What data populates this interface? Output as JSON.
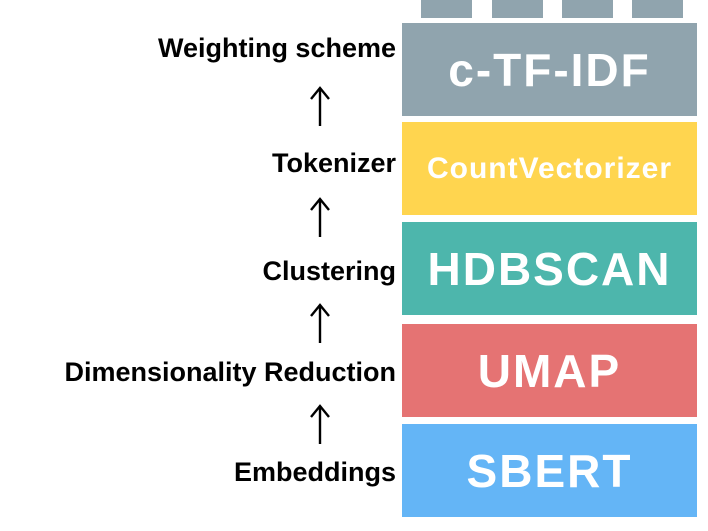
{
  "diagram": {
    "name": "topic-modeling-pipeline-stack",
    "stud_color": "#90A4AE",
    "label_color": "#000000",
    "box_text_color": "#FFFFFF",
    "arrow_icon": "up-arrow",
    "rows": [
      {
        "label": "Weighting scheme",
        "box": "c-TF-IDF",
        "color": "#90A4AE"
      },
      {
        "label": "Tokenizer",
        "box": "CountVectorizer",
        "color": "#FFD54F"
      },
      {
        "label": "Clustering",
        "box": "HDBSCAN",
        "color": "#4DB6AC"
      },
      {
        "label": "Dimensionality Reduction",
        "box": "UMAP",
        "color": "#E57373"
      },
      {
        "label": "Embeddings",
        "box": "SBERT",
        "color": "#64B5F6"
      }
    ]
  }
}
